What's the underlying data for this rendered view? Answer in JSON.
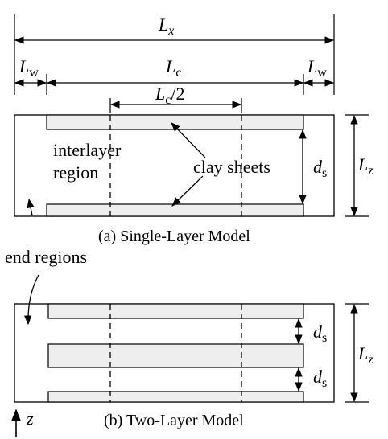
{
  "dimensions": {
    "lx": {
      "main": "L",
      "sub": "x"
    },
    "lc": {
      "main": "L",
      "sub": "c"
    },
    "lw_left": {
      "main": "L",
      "sub": "w"
    },
    "lw_right": {
      "main": "L",
      "sub": "w"
    },
    "lc_half": {
      "main": "L",
      "sub": "c",
      "suffix": "/2"
    },
    "ds_single": {
      "main": "d",
      "sub": "s"
    },
    "lz_single": {
      "main": "L",
      "sub": "z"
    },
    "ds_two_upper": {
      "main": "d",
      "sub": "s"
    },
    "ds_two_lower": {
      "main": "d",
      "sub": "s"
    },
    "lz_two": {
      "main": "L",
      "sub": "z"
    }
  },
  "labels": {
    "interlayer_line1": "interlayer",
    "interlayer_line2": "region",
    "clay_sheets": "clay sheets",
    "end_regions": "end regions",
    "axis_z": "z"
  },
  "captions": {
    "single": "(a)  Single-Layer Model",
    "two": "(b) Two-Layer Model"
  },
  "colors": {
    "sheet_fill": "#eeeeee",
    "stroke": "#000000",
    "background": "#ffffff"
  }
}
